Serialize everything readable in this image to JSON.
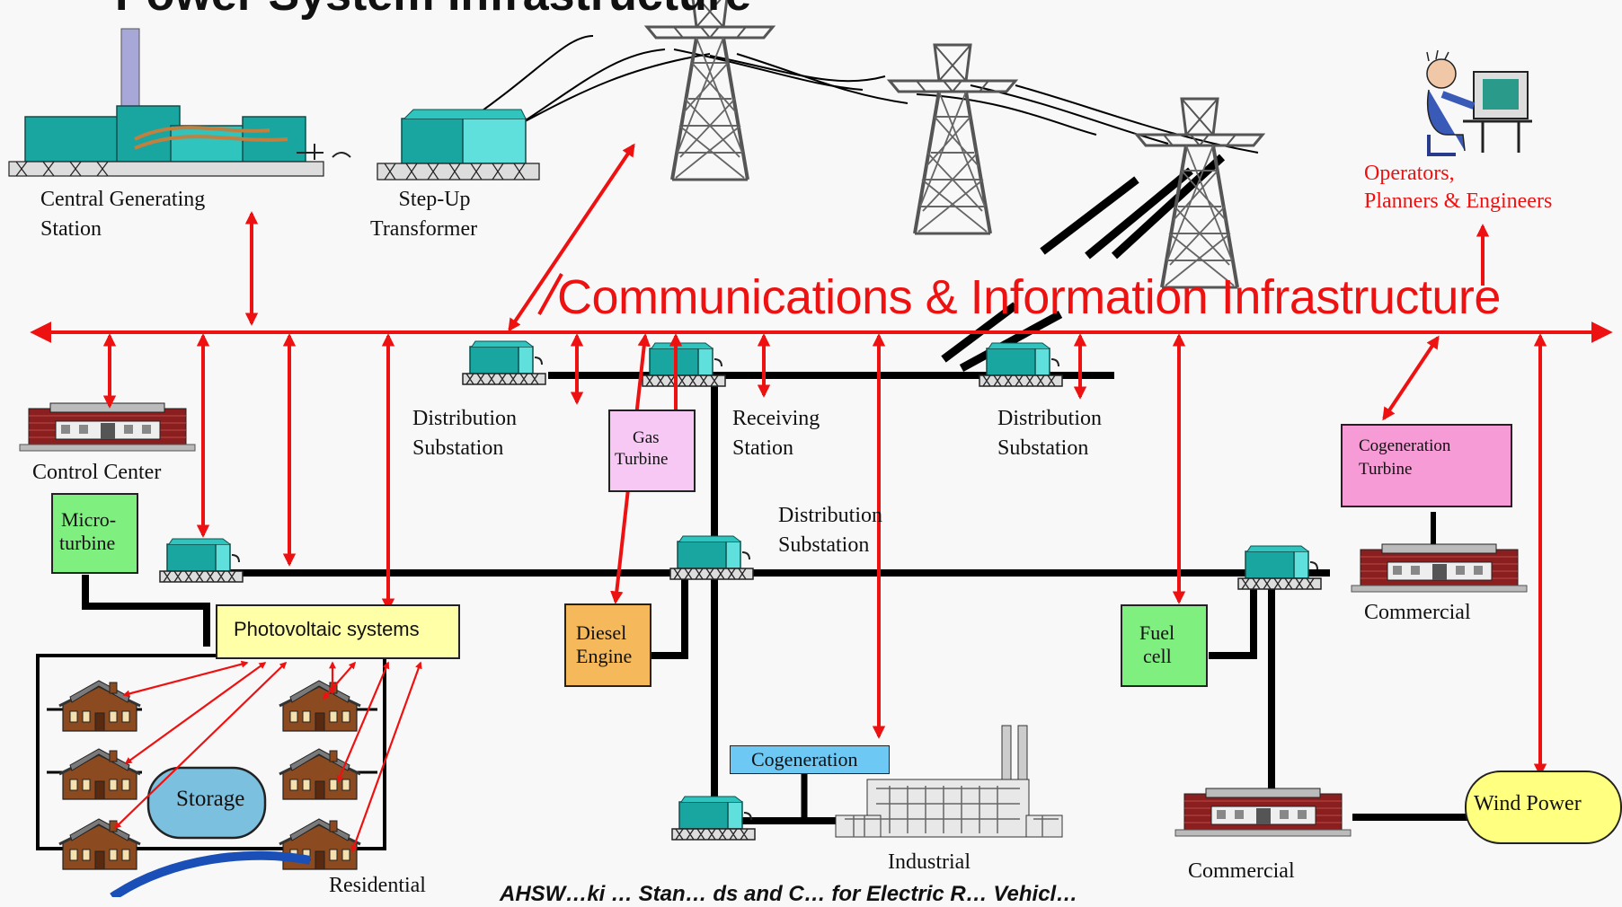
{
  "title": "Power System Infrastructure",
  "comm_label": "Communications  & Information Infrastructure",
  "footer": "AHSW…ki   … Stan… ds and C… for Electric R… Vehicl…",
  "labels": {
    "central_generating_1": "Central Generating",
    "central_generating_2": "Station",
    "step_up_1": "Step-Up",
    "step_up_2": "Transformer",
    "operators_1": "Operators,",
    "operators_2": "Planners & Engineers",
    "control_center": "Control Center",
    "dist_sub_left_1": "Distribution",
    "dist_sub_left_2": "Substation",
    "receiving_1": "Receiving",
    "receiving_2": "Station",
    "dist_sub_right_1": "Distribution",
    "dist_sub_right_2": "Substation",
    "dist_sub_mid_1": "Distribution",
    "dist_sub_mid_2": "Substation",
    "gas_turbine_1": "Gas",
    "gas_turbine_2": "Turbine",
    "micro_1": "Micro-",
    "micro_2": "turbine",
    "photovoltaic": "Photovoltaic systems",
    "diesel_1": "Diesel",
    "diesel_2": "Engine",
    "fuel_1": "Fuel",
    "fuel_2": "cell",
    "cogen_turbine_1": "Cogeneration",
    "cogen_turbine_2": "Turbine",
    "commercial_top": "Commercial",
    "commercial_bottom": "Commercial",
    "cogeneration": "Cogeneration",
    "industrial": "Industrial",
    "storage": "Storage",
    "residential": "Residential",
    "wind_power": "Wind Power"
  },
  "colors": {
    "comm_red": "#ee1111",
    "equipment_teal": "#1aa6a0",
    "equipment_light": "#5fe0dc",
    "building_brick": "#8b1f1f",
    "micro_green": "#7ff07f",
    "fuel_green": "#7ff07f",
    "pv_yellow": "#ffffa8",
    "diesel_orange": "#f5b85a",
    "gas_pink": "#f8c8f4",
    "cogen_pink": "#f79bd6",
    "cogen_blue": "#6ec8f4",
    "storage_blue": "#7cc0e0",
    "wind_yellow": "#ffff80"
  },
  "icons": [
    "power-plant-icon",
    "transformer-icon",
    "transmission-tower-icon",
    "operator-workstation-icon",
    "building-icon",
    "house-icon",
    "factory-icon"
  ]
}
